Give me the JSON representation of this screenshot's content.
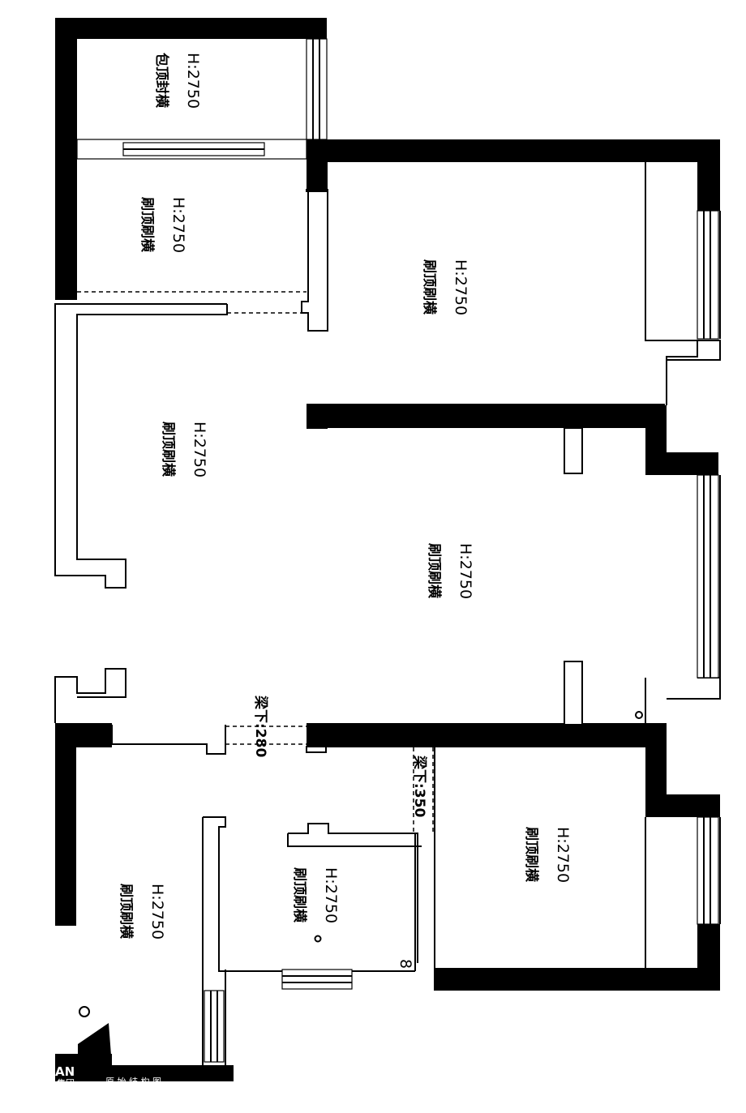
{
  "rooms": [
    {
      "id": "top-left-small",
      "height": "H:2750",
      "note": "包顶封横"
    },
    {
      "id": "left-second",
      "height": "H:2750",
      "note": "刷顶刷横"
    },
    {
      "id": "upper-right-bedroom",
      "height": "H:2750",
      "note": "刷顶刷横"
    },
    {
      "id": "left-middle",
      "height": "H:2750",
      "note": "刷顶刷横"
    },
    {
      "id": "living-room",
      "height": "H:2750",
      "note": "刷顶刷横"
    },
    {
      "id": "bottom-left",
      "height": "H:2750",
      "note": "刷顶刷横"
    },
    {
      "id": "bathroom",
      "height": "H:2750",
      "note": "刷顶刷横"
    },
    {
      "id": "lower-right-bedroom",
      "height": "H:2750",
      "note": "刷顶刷横"
    }
  ],
  "beams": [
    {
      "id": "beam-bottom-door",
      "text": "梁下:280"
    },
    {
      "id": "beam-bathroom",
      "text": "梁下:350"
    }
  ],
  "footer": {
    "brand": "AN",
    "group": "集团",
    "caption": "原 始 结 构 图"
  }
}
